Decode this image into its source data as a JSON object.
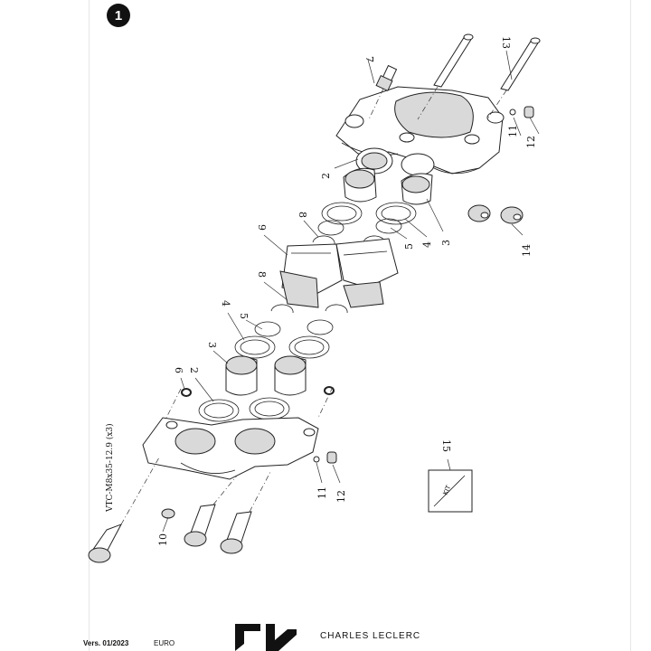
{
  "page": {
    "number_badge": "1",
    "footer": {
      "version_label": "Vers.",
      "version_value": "01/2023",
      "region": "EURO",
      "brand": "CHARLES LECLERC"
    }
  },
  "bolt_spec": "VTC-M8x35-12.9 (x3)",
  "kit_label": "KIT",
  "callouts": [
    {
      "id": "c7",
      "text": "7"
    },
    {
      "id": "c13",
      "text": "13"
    },
    {
      "id": "c11a",
      "text": "11"
    },
    {
      "id": "c12a",
      "text": "12"
    },
    {
      "id": "c2a",
      "text": "2"
    },
    {
      "id": "c3a",
      "text": "3"
    },
    {
      "id": "c4a",
      "text": "4"
    },
    {
      "id": "c5a",
      "text": "5"
    },
    {
      "id": "c14",
      "text": "14"
    },
    {
      "id": "c8a",
      "text": "8"
    },
    {
      "id": "c9",
      "text": "9"
    },
    {
      "id": "c8b",
      "text": "8"
    },
    {
      "id": "c4b",
      "text": "4"
    },
    {
      "id": "c5b",
      "text": "5"
    },
    {
      "id": "c3b",
      "text": "3"
    },
    {
      "id": "c6",
      "text": "6"
    },
    {
      "id": "c2b",
      "text": "2"
    },
    {
      "id": "c15",
      "text": "15"
    },
    {
      "id": "c11b",
      "text": "11"
    },
    {
      "id": "c12b",
      "text": "12"
    },
    {
      "id": "c10",
      "text": "10"
    }
  ]
}
